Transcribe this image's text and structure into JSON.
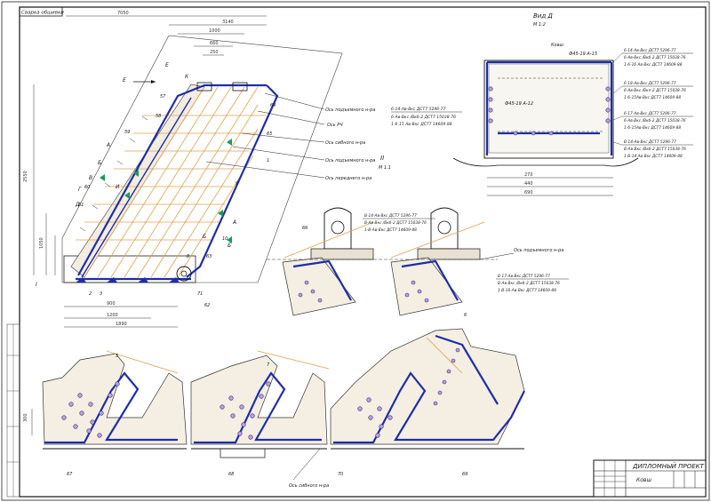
{
  "stamp_top": "Сварка обшивки",
  "view_title": "Вид Д",
  "view_scale": "М 1:2",
  "section_label": "II",
  "section_scale": "М 1:1",
  "title_block": {
    "project": "ДИПЛОМНЫЙ ПРОЕКТ",
    "name": "Ковш"
  },
  "callouts_left": [
    "Е",
    "Е",
    "К",
    "А",
    "Б",
    "В",
    "Г",
    "Д",
    "И",
    "А",
    "Б",
    "Б",
    "I"
  ],
  "leaders_mid": [
    "Ось подъемного н-ра",
    "Ось РЧ",
    "Ось сибного н-ра",
    "Ось подъемного н-ра",
    "Ось переднего н-ра"
  ],
  "weld_notes_top": [
    "6-14-Ав-Вкс ДСТ7 5296-77",
    "6-Ав-Вкс /Вкб-2 ДСТ7 15038-76",
    "1-6-15 Ав-Вкс ДСТ7 14609-88"
  ],
  "weld_notes_right": [
    "6-14-Ав-Вкс ДСТ7 5296-77",
    "6-Ав-Вкс /Вкб-2 ДСТ7 15038-76",
    "1-6-16 Ав-Вкс ДСТ7 14609-88",
    "6-18-Ав-Вкс ДСТ7 5296-77",
    "6-Ав-Вкс /Вкп-2 ДСТ7 15038-76",
    "1-6-15Ав-Вкс ДСТ7 14609-88",
    "6-17-Ав-Вкс ДСТ7 5296-77",
    "6-Ав-Вкс /Вкб-2 ДСТ7 15038-76",
    "1-6-15Ав-Вкс ДСТ7 14609-88",
    "В-14-Ав-Вкс ДСТ7 5296-77",
    "В-Ав-Вкс /Вкб-2 ДСТ7 15038-76",
    "1-В-14 Ав-Вкс ДСТ7 14609-88"
  ],
  "weld_notes_section": [
    "В-14-Ав-Вкс ДСТ7 5296-77",
    "В-Ав-Вкс /Вкб-2 ДСТ7 15038-76",
    "1-В-Ав-Вкс ДСТ7 14609-88",
    "В-17-Ав-Вкс ДСТ7 5296-77",
    "В-Ав-Вкс /Вкб-2 ДСТ7 15038-76",
    "1-В-16-Ав-Вкс ДСТ7 14609-88"
  ],
  "view_d_labels": [
    "Ковш",
    "Ф45-19 А-15",
    "Ф45-19 А-12"
  ],
  "section_leader": "Ось подъемного н-ра",
  "bottom_leader": "Ось сибного н-ра",
  "pos_numbers": [
    "66",
    "67",
    "68",
    "69",
    "70",
    "71",
    "62",
    "63",
    "64",
    "65",
    "57",
    "58",
    "59",
    "60",
    "61",
    "1",
    "2",
    "3",
    "5",
    "6",
    "7",
    "8",
    "9",
    "10"
  ]
}
